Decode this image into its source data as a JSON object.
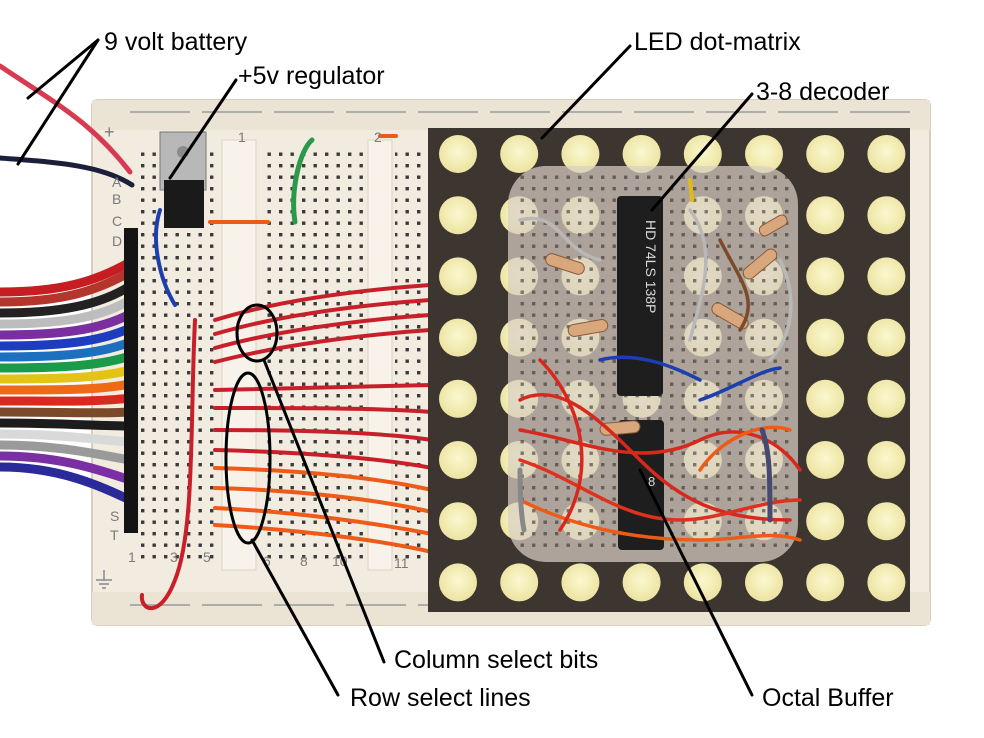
{
  "labels": {
    "battery": "9 volt battery",
    "regulator": "+5v regulator",
    "matrix": "LED dot-matrix",
    "decoder": "3-8 decoder",
    "column_bits": "Column select bits",
    "row_lines": "Row select lines",
    "octal_buffer": "Octal Buffer"
  },
  "breadboard": {
    "row_letters": [
      "A",
      "B",
      "C",
      "D"
    ],
    "row_letters_bottom": [
      "S",
      "T"
    ],
    "column_numbers_top": [
      "1",
      "2"
    ],
    "column_numbers_bottom": [
      "1",
      "3",
      "5",
      "6",
      "8",
      "10",
      "11"
    ],
    "plus_symbol": "+"
  },
  "chips": {
    "decoder_marking": "HD 74LS 138P",
    "buffer_marking": "8"
  },
  "colors": {
    "board": "#f2ece1",
    "led_on": "#f5f0b8",
    "matrix_body": "#3d3530",
    "wire_red": "#c8202a",
    "wire_orange": "#ee5a18",
    "wire_green": "#2a9a4a",
    "wire_blue": "#1c3fb0"
  }
}
